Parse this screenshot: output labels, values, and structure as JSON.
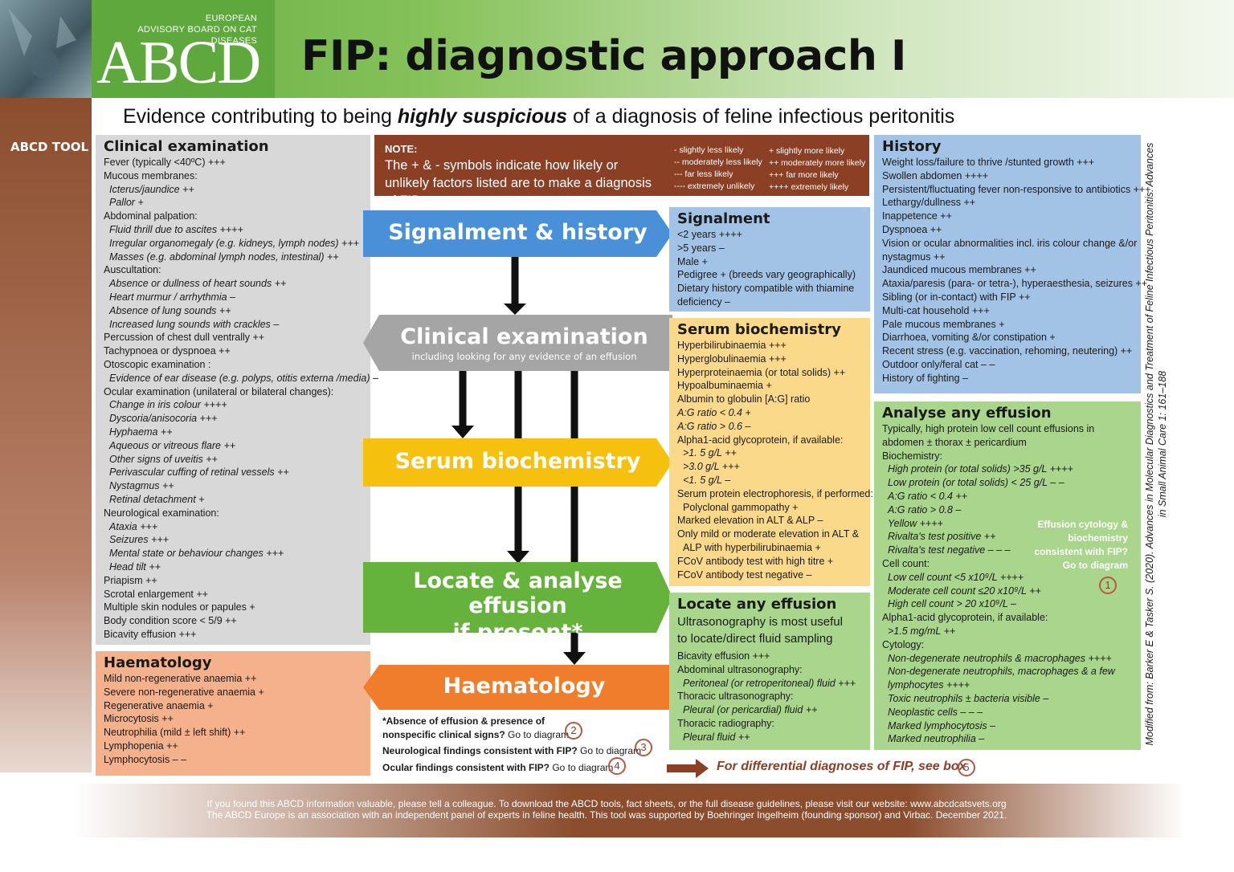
{
  "header": {
    "org_line1": "EUROPEAN",
    "org_line2": "ADVISORY BOARD ON CAT DISEASES",
    "logo": "ABCD",
    "title": "FIP: diagnostic approach I"
  },
  "sidebar": {
    "label": "ABCD TOOL"
  },
  "subtitle": {
    "before": "Evidence contributing to being ",
    "emph": "highly suspicious",
    "after": " of a diagnosis of feline infectious peritonitis"
  },
  "note": {
    "title": "NOTE:",
    "text": "The + & - symbols indicate how likely or unlikely factors listed are to make a diagnosis of FIP",
    "legend_minus": [
      "- slightly less likely",
      "-- moderately less likely",
      "--- far less likely",
      "---- extremely unlikely"
    ],
    "legend_plus": [
      "+ slightly more likely",
      "++ moderately more likely",
      "+++ far more likely",
      "++++ extremely likely"
    ]
  },
  "flow": {
    "signalment": "Signalment & history",
    "clinical": "Clinical examination",
    "clinical_sub": "including looking for any evidence of an effusion",
    "serum": "Serum biochemistry",
    "effusion1": "Locate & analyse effusion",
    "effusion2": "if present*",
    "haem": "Haematology"
  },
  "clinical_exam": {
    "title": "Clinical examination",
    "items": [
      [
        "Fever (typically <40ºC) +++",
        0
      ],
      [
        "Mucous membranes:",
        0
      ],
      [
        "Icterus/jaundice ++",
        1
      ],
      [
        "Pallor +",
        1
      ],
      [
        "Abdominal palpation:",
        0
      ],
      [
        "Fluid thrill due to ascites ++++",
        1
      ],
      [
        "Irregular organomegaly (e.g. kidneys, lymph nodes) +++",
        1
      ],
      [
        "Masses (e.g. abdominal lymph nodes, intestinal) ++",
        1
      ],
      [
        "Auscultation:",
        0
      ],
      [
        "Absence or dullness of heart sounds ++",
        1
      ],
      [
        "Heart murmur / arrhythmia –",
        1
      ],
      [
        "Absence of lung sounds ++",
        1
      ],
      [
        "Increased lung sounds with crackles –",
        1
      ],
      [
        "Percussion of chest dull ventrally ++",
        0
      ],
      [
        "Tachypnoea or dyspnoea ++",
        0
      ],
      [
        "Otoscopic examination :",
        0
      ],
      [
        "Evidence of ear disease (e.g. polyps, otitis externa /media) –",
        1
      ],
      [
        "Ocular examination (unilateral or bilateral changes):",
        0
      ],
      [
        "Change in iris colour ++++",
        1
      ],
      [
        "Dyscoria/anisocoria +++",
        1
      ],
      [
        "Hyphaema ++",
        1
      ],
      [
        "Aqueous or vitreous flare ++",
        1
      ],
      [
        "Other signs of uveitis ++",
        1
      ],
      [
        "Perivascular cuffing of retinal vessels ++",
        1
      ],
      [
        "Nystagmus ++",
        1
      ],
      [
        "Retinal detachment +",
        1
      ],
      [
        "Neurological examination:",
        0
      ],
      [
        "Ataxia +++",
        1
      ],
      [
        "Seizures +++",
        1
      ],
      [
        "Mental state or behaviour changes +++",
        1
      ],
      [
        "Head tilt ++",
        1
      ],
      [
        "Priapism ++",
        0
      ],
      [
        "Scrotal enlargement ++",
        0
      ],
      [
        "Multiple skin nodules or papules +",
        0
      ],
      [
        "Body condition score < 5/9 ++",
        0
      ],
      [
        "Bicavity effusion +++",
        0
      ]
    ]
  },
  "haematology": {
    "title": "Haematology",
    "items": [
      "Mild non-regenerative anaemia ++",
      "Severe non-regenerative anaemia +",
      "Regenerative anaemia +",
      "Microcytosis ++",
      "Neutrophilia (mild ± left shift) ++",
      "Lymphopenia ++",
      "Lymphocytosis – –"
    ]
  },
  "signalment": {
    "title": "Signalment",
    "items": [
      "<2 years ++++",
      ">5 years  –",
      "Male +",
      "Pedigree + (breeds vary geographically)",
      "Dietary history compatible with thiamine",
      "deficiency –"
    ]
  },
  "serum": {
    "title": "Serum biochemistry",
    "items": [
      [
        "Hyperbilirubinaemia +++",
        0
      ],
      [
        "Hyperglobulinaemia +++",
        0
      ],
      [
        "Hyperproteinaemia (or total solids) ++",
        0
      ],
      [
        "Hypoalbuminaemia +",
        0
      ],
      [
        "Albumin to globulin [A:G] ratio",
        0
      ],
      [
        "A:G ratio < 0.4 +",
        2
      ],
      [
        "A:G ratio > 0.6 –",
        2
      ],
      [
        "Alpha1-acid glycoprotein, if available:",
        0
      ],
      [
        ">1. 5 g/L ++",
        1
      ],
      [
        ">3.0 g/L +++",
        1
      ],
      [
        "<1. 5 g/L –",
        1
      ],
      [
        "Serum protein electrophoresis, if performed:",
        0
      ],
      [
        "Polyclonal gammopathy +",
        3
      ],
      [
        "Marked elevation in ALT & ALP –",
        0
      ],
      [
        "Only mild or moderate elevation in ALT &",
        0
      ],
      [
        "ALP with hyperbilirubinaemia +",
        3
      ],
      [
        "FCoV antibody test with high titre +",
        0
      ],
      [
        "FCoV antibody test negative –",
        0
      ]
    ]
  },
  "locate": {
    "title": "Locate any effusion",
    "intro": [
      "Ultrasonography is most useful",
      "to locate/direct fluid sampling"
    ],
    "items": [
      [
        "Bicavity effusion +++",
        0
      ],
      [
        "Abdominal ultrasonography:",
        0
      ],
      [
        "Peritoneal (or retroperitoneal) fluid +++",
        1
      ],
      [
        "Thoracic ultrasonography:",
        0
      ],
      [
        "Pleural (or pericardial) fluid ++",
        1
      ],
      [
        "Thoracic radiography:",
        0
      ],
      [
        "Pleural fluid ++",
        1
      ]
    ]
  },
  "history": {
    "title": "History",
    "items": [
      "Weight loss/failure to thrive /stunted growth +++",
      "Swollen abdomen ++++",
      "Persistent/fluctuating fever non-responsive to antibiotics +++",
      "Lethargy/dullness ++",
      "Inappetence ++",
      "Dyspnoea ++",
      "Vision or ocular abnormalities incl. iris colour change &/or",
      "   nystagmus ++",
      "Jaundiced mucous membranes ++",
      "Ataxia/paresis (para- or tetra-), hyperaesthesia, seizures ++",
      "Sibling (or in-contact) with FIP ++",
      "Multi-cat household +++",
      "Pale mucous membranes +",
      "Diarrhoea, vomiting &/or constipation +",
      "Recent stress (e.g. vaccination, rehoming, neutering) ++",
      "Outdoor only/feral cat – –",
      "History of fighting –"
    ]
  },
  "effusion": {
    "title": "Analyse any effusion",
    "items": [
      [
        "Typically, high protein low cell count effusions in",
        0
      ],
      [
        "abdomen ± thorax ± pericardium",
        0
      ],
      [
        "Biochemistry:",
        0
      ],
      [
        "High protein (or total solids) >35 g/L ++++",
        1
      ],
      [
        "Low protein (or total solids) < 25 g/L – –",
        1
      ],
      [
        "A:G ratio < 0.4 ++",
        1
      ],
      [
        "A:G ratio > 0.8 –",
        1
      ],
      [
        "Yellow ++++",
        1
      ],
      [
        "Rivalta's test positive ++",
        1
      ],
      [
        "Rivalta's test negative – – –",
        1
      ],
      [
        "Cell count:",
        0
      ],
      [
        "Low cell count <5 x10⁹/L ++++",
        1
      ],
      [
        "Moderate cell count ≤20 x10⁹/L ++",
        1
      ],
      [
        "High cell count > 20 x10⁹/L –",
        1
      ],
      [
        "Alpha1-acid glycoprotein, if available:",
        0
      ],
      [
        ">1.5 mg/mL ++",
        1
      ],
      [
        "Cytology:",
        0
      ],
      [
        "Non-degenerate neutrophils & macrophages ++++",
        1
      ],
      [
        "Non-degenerate neutrophils, macrophages & a few",
        1
      ],
      [
        "lymphocytes ++++",
        1
      ],
      [
        "Toxic neutrophils ± bacteria visible –",
        1
      ],
      [
        "Neoplastic cells – – –",
        1
      ],
      [
        "Marked lymphocytosis –",
        1
      ],
      [
        "Marked neutrophilia –",
        1
      ]
    ],
    "callout": [
      "Effusion cytology &",
      "biochemistry",
      "consistent with FIP?",
      "Go to diagram"
    ],
    "callout_num": "1"
  },
  "notes": {
    "n2a": "*Absence of effusion & presence of",
    "n2b": "nonspecific clinical signs?",
    "n2c": " Go to diagram",
    "n2num": "2",
    "n3a": "Neurological findings consistent with FIP?",
    "n3c": " Go to diagram",
    "n3num": "3",
    "n4a": "Ocular findings consistent with FIP?",
    "n4c": " Go to diagram",
    "n4num": "4",
    "diff": "For differential diagnoses of FIP, see box",
    "diffnum": "5"
  },
  "citation": [
    "Modified from: Barker E & Tasker S. (2020). Advances in Molecular Diagnostics and Treatment of Feline Infectious Peritonitis. Advances",
    "in Small Animal Care 1: 161–188"
  ],
  "footer": {
    "line1": "If you found this ABCD information valuable, please tell a colleague. To download the ABCD tools, fact sheets, or the full disease guidelines, please visit our website: www.abcdcatsvets.org",
    "line2": "The ABCD Europe is an association with an  independent panel of experts in feline health. This tool was supported by Boehringer Ingelheim (founding sponsor) and Virbac. December 2021."
  },
  "colors": {
    "brown": "#8b3f25",
    "green": "#5fa83d",
    "blue_flow": "#4a90d9",
    "grey_flow": "#a5a5a5",
    "yellow_flow": "#f5c10e",
    "green_flow": "#65b33c",
    "orange_flow": "#ef7d2b"
  }
}
